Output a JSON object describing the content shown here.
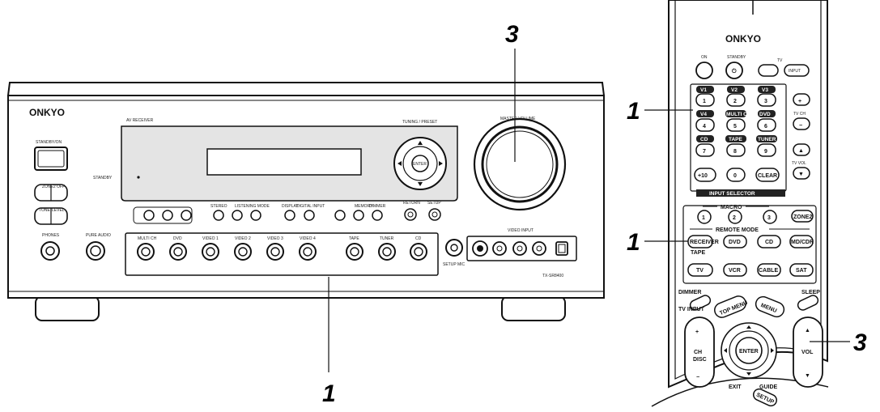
{
  "callouts": {
    "top_receiver": "3",
    "left_remote_top": "1",
    "left_remote_mid": "1",
    "right_remote": "3",
    "bottom_receiver": "1"
  },
  "receiver": {
    "brand": "ONKYO",
    "model": "TX-SR8400",
    "master_volume": "MASTER VOLUME",
    "standby_on": "STANDBY/ON",
    "standby": "STANDBY",
    "zone2": "ZONE2",
    "off": "OFF",
    "tone": "TONE",
    "level": "LEVEL",
    "phones": "PHONES",
    "pure_audio": "PURE AUDIO",
    "tuning": "TUNING / PRESET",
    "enter": "ENTER",
    "inputs": [
      "MULTI CH",
      "DVD",
      "VIDEO 1",
      "VIDEO 2",
      "VIDEO 3",
      "VIDEO 4",
      "TAPE",
      "TUNER",
      "CD"
    ],
    "video_in": "VIDEO INPUT",
    "setup_mic": "SETUP MIC",
    "display": "DISPLAY",
    "digital_input": "DIGITAL INPUT",
    "memory": "MEMORY",
    "dimmer": "DIMMER",
    "return": "RETURN",
    "setup": "SETUP",
    "stereo": "STEREO",
    "listening_mode": "LISTENING MODE",
    "av_receiver": "AV RECEIVER"
  },
  "remote": {
    "brand": "ONKYO",
    "on": "ON",
    "standby": "STANDBY",
    "tv": "TV",
    "tv_input": "INPUT",
    "row_labels_1": [
      "V1",
      "V2",
      "V3"
    ],
    "row_labels_2": [
      "V4",
      "MULTI CH",
      "DVD"
    ],
    "row_labels_3": [
      "CD",
      "TAPE",
      "TUNER"
    ],
    "digits": [
      "1",
      "2",
      "3",
      "4",
      "5",
      "6",
      "7",
      "8",
      "9"
    ],
    "plus10": "+10",
    "zero": "0",
    "clear": "CLEAR",
    "input_selector": "INPUT SELECTOR",
    "tv_ch": "TV CH",
    "tv_vol": "TV VOL",
    "macro": "MACRO",
    "macro_buttons": [
      "1",
      "2",
      "3"
    ],
    "remote_mode": "REMOTE MODE",
    "zone2": "ZONE2",
    "mode_row1": [
      "RECEIVER",
      "DVD",
      "CD",
      "MD/CDR"
    ],
    "tape": "TAPE",
    "mode_row2": [
      "TV",
      "VCR",
      "CABLE",
      "SAT"
    ],
    "dimmer": "DIMMER",
    "sleep": "SLEEP",
    "tv_input2": "TV INPUT",
    "top_menu": "TOP MENU",
    "menu": "MENU",
    "ch": "CH",
    "disc": "DISC",
    "enter": "ENTER",
    "vol": "VOL",
    "exit": "EXIT",
    "guide": "GUIDE",
    "setup": "SETUP"
  }
}
